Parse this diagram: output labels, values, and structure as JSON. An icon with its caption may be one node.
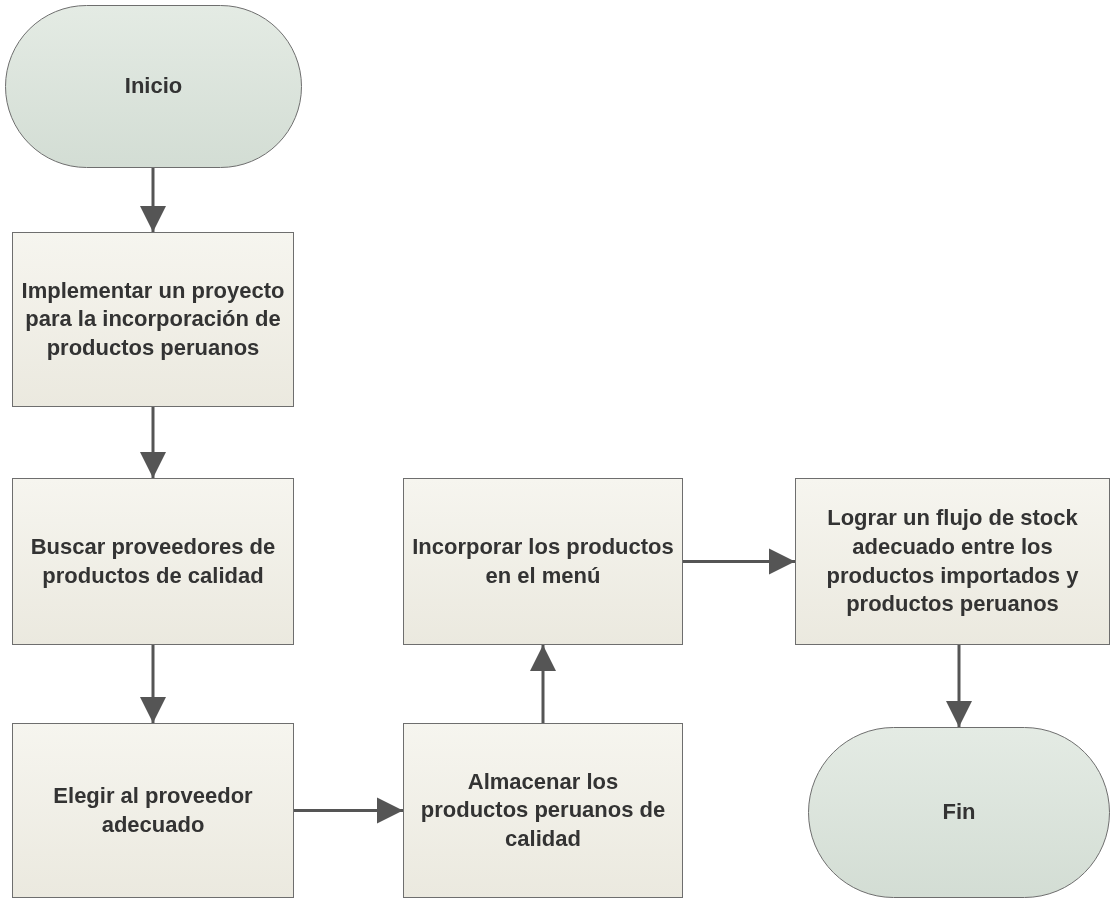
{
  "diagram": {
    "nodes": [
      {
        "text": [
          "Inicio"
        ]
      },
      {
        "text": [
          "Implementar un proyecto para la incorporación de productos peruanos"
        ]
      },
      {
        "text": [
          "Buscar proveedores de productos de calidad"
        ]
      },
      {
        "text": [
          "Elegir al proveedor adecuado"
        ]
      },
      {
        "text": [
          "Almacenar los productos peruanos de calidad"
        ]
      },
      {
        "text": [
          "Incorporar los productos en el menú"
        ]
      },
      {
        "text": [
          "Lograr un flujo de stock adecuado entre los productos importados y productos peruanos"
        ]
      },
      {
        "text": [
          "Fin"
        ]
      }
    ],
    "edges": [
      {
        "from": 0,
        "to": 1,
        "arrow": "to"
      },
      {
        "from": 1,
        "to": 2,
        "arrow": "to"
      },
      {
        "from": 2,
        "to": 3,
        "arrow": "to"
      },
      {
        "from": 3,
        "to": 4,
        "arrow": "to"
      },
      {
        "from": 4,
        "to": 5,
        "arrow": "to"
      },
      {
        "from": 5,
        "to": 6,
        "arrow": "to"
      },
      {
        "from": 6,
        "to": 7,
        "arrow": "to"
      }
    ]
  }
}
